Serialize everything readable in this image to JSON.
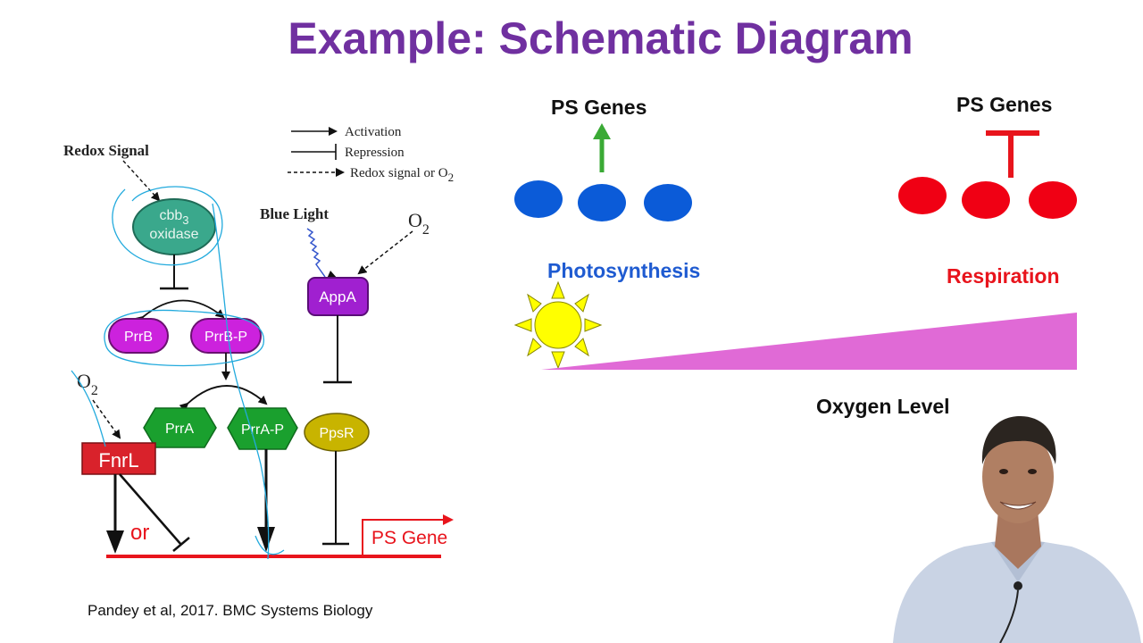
{
  "title": "Example: Schematic Diagram",
  "citation": "Pandey et al, 2017. BMC Systems Biology",
  "legend": {
    "activation": "Activation",
    "repression": "Repression",
    "redox_prefix": "Redox signal or O",
    "redox_sub": "2"
  },
  "pathway": {
    "redox_signal": "Redox Signal",
    "cbb3_line1_prefix": "cbb",
    "cbb3_line1_sub": "3",
    "cbb3_line2": "oxidase",
    "blue_light": "Blue Light",
    "o2_top": "O",
    "o2_top_sub": "2",
    "o2_left": "O",
    "o2_left_sub": "2",
    "appa": "AppA",
    "prrb": "PrrB",
    "prrb_p": "PrrB-P",
    "prra": "PrrA",
    "prra_p": "PrrA-P",
    "ppsr": "PpsR",
    "fnrl": "FnrL",
    "or": "or",
    "ps_gene": "PS Gene"
  },
  "schematic": {
    "ps_genes_left": "PS Genes",
    "ps_genes_right": "PS Genes",
    "photosynthesis": "Photosynthesis",
    "respiration": "Respiration",
    "oxygen_level": "Oxygen Level"
  },
  "colors": {
    "title": "#7030a0",
    "photosynthesis": "#1f5bd1",
    "respiration": "#e8141c",
    "blue_dot": "#0b5bd8",
    "red_dot": "#f00014",
    "green_arrow": "#3aaa35",
    "wedge": "#e06ad6",
    "sun": "#ffff00",
    "cbb3": "#3aa88c",
    "magenta_node": "#cc22dd",
    "appa": "#a020d0",
    "green_node": "#1aa02e",
    "ppsr": "#c8b400",
    "fnrl": "#d9222b",
    "annotation": "#22aadd"
  }
}
